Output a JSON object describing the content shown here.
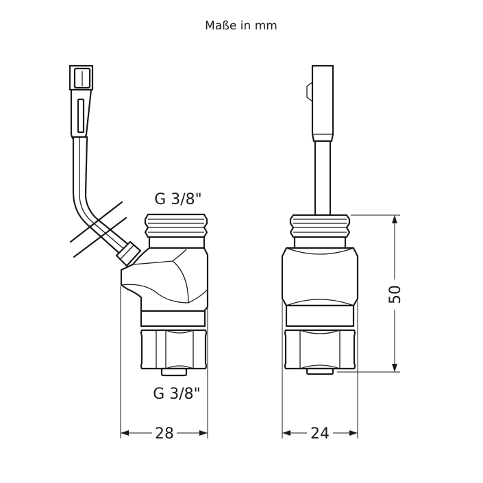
{
  "title": "Maße in mm",
  "views": {
    "side": {
      "thread_top": "G 3/8\"",
      "thread_bottom": "G 3/8\"",
      "width": "28"
    },
    "front": {
      "width": "24",
      "height": "50"
    }
  },
  "colors": {
    "line": "#1a1a1a",
    "background": "#ffffff"
  }
}
